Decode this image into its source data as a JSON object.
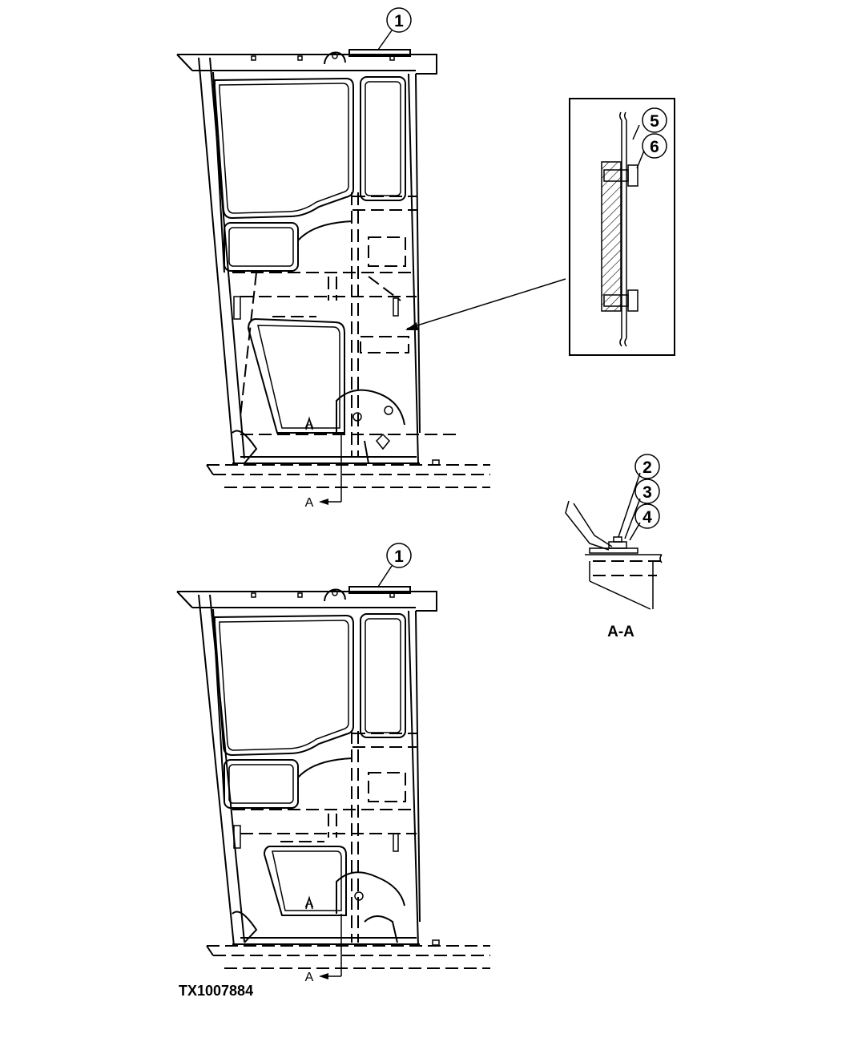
{
  "callouts": {
    "upper_view": "1",
    "lower_view": "1",
    "detail_5": "5",
    "detail_6": "6",
    "section_2": "2",
    "section_3": "3",
    "section_4": "4"
  },
  "section_marks": {
    "upper_arrow_letter": "A",
    "upper_tag_letter": "A",
    "lower_arrow_letter": "A",
    "lower_tag_letter": "A"
  },
  "section_view_title": "A-A",
  "figure_id": "TX1007884"
}
